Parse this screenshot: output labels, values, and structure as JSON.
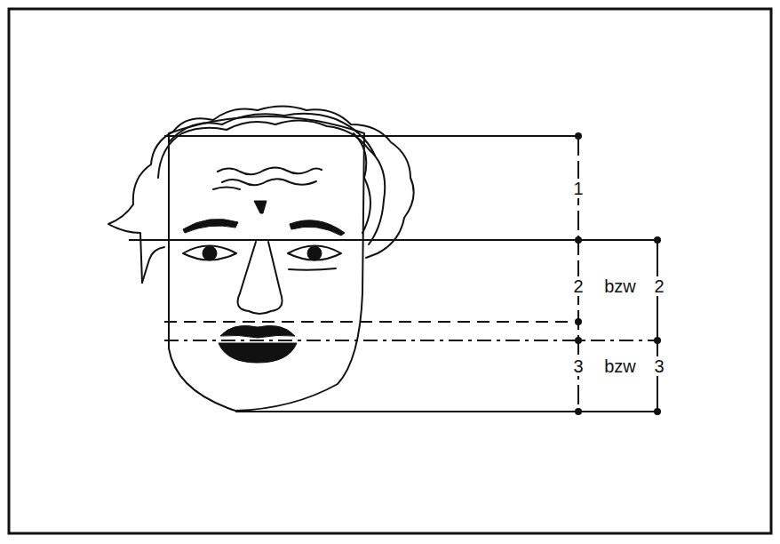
{
  "diagram": {
    "labels": [
      "1",
      "2",
      "bzw",
      "2",
      "3",
      "bzw",
      "3"
    ]
  }
}
